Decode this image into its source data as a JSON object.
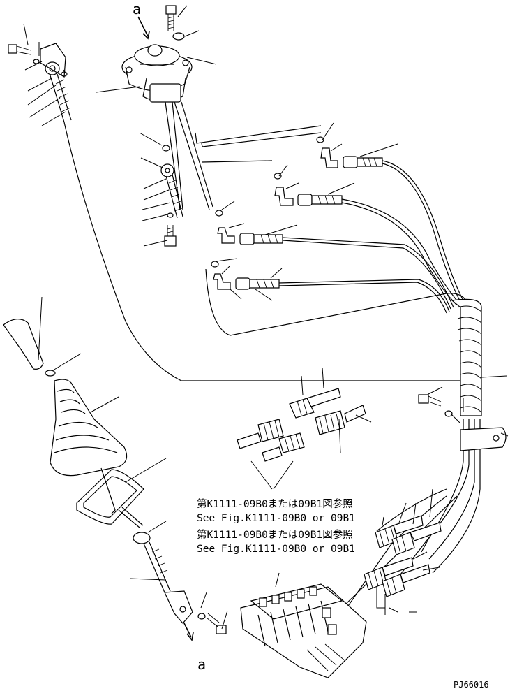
{
  "diagram": {
    "marker_top": "a",
    "marker_bottom": "a",
    "reference_lines": [
      {
        "jp": "第K1111-09B0または09B1図参照",
        "en": "See Fig.K1111-09B0 or 09B1"
      },
      {
        "jp": "第K1111-09B0または09B1図参照",
        "en": "See Fig.K1111-09B0 or 09B1"
      }
    ],
    "drawing_code": "PJ66016"
  }
}
